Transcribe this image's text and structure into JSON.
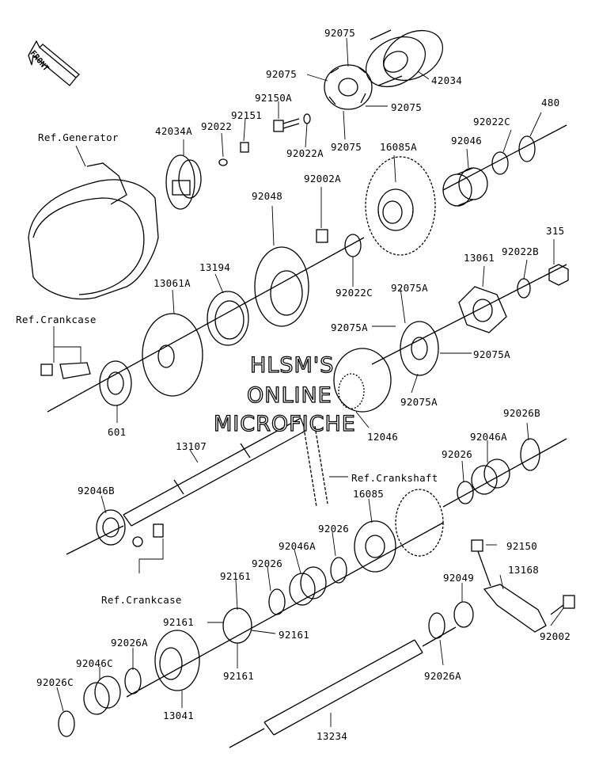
{
  "diagram": {
    "orientation_label": "FRONT",
    "watermark": [
      "HLSM'S",
      "ONLINE",
      "MICROFICHE"
    ],
    "parts": [
      {
        "id": "p_92075a",
        "label": "92075"
      },
      {
        "id": "p_92075b",
        "label": "92075"
      },
      {
        "id": "p_42034",
        "label": "42034"
      },
      {
        "id": "p_92150A",
        "label": "92150A"
      },
      {
        "id": "p_92075c",
        "label": "92075"
      },
      {
        "id": "p_92151",
        "label": "92151"
      },
      {
        "id": "p_92075d",
        "label": "92075"
      },
      {
        "id": "p_92022A",
        "label": "92022A"
      },
      {
        "id": "p_42034A",
        "label": "42034A"
      },
      {
        "id": "p_92022",
        "label": "92022"
      },
      {
        "id": "p_480",
        "label": "480"
      },
      {
        "id": "p_92022C_top",
        "label": "92022C"
      },
      {
        "id": "p_refgen",
        "label": "Ref.Generator"
      },
      {
        "id": "p_16085A",
        "label": "16085A"
      },
      {
        "id": "p_92046",
        "label": "92046"
      },
      {
        "id": "p_92002A",
        "label": "92002A"
      },
      {
        "id": "p_92048",
        "label": "92048"
      },
      {
        "id": "p_315",
        "label": "315"
      },
      {
        "id": "p_13061",
        "label": "13061"
      },
      {
        "id": "p_92022B",
        "label": "92022B"
      },
      {
        "id": "p_13194",
        "label": "13194"
      },
      {
        "id": "p_13061A",
        "label": "13061A"
      },
      {
        "id": "p_92022C_mid",
        "label": "92022C"
      },
      {
        "id": "p_92075A_a",
        "label": "92075A"
      },
      {
        "id": "p_refcrank1",
        "label": "Ref.Crankcase"
      },
      {
        "id": "p_92075A_b",
        "label": "92075A"
      },
      {
        "id": "p_92075A_c",
        "label": "92075A"
      },
      {
        "id": "p_92075A_d",
        "label": "92075A"
      },
      {
        "id": "p_92026B",
        "label": "92026B"
      },
      {
        "id": "p_601",
        "label": "601"
      },
      {
        "id": "p_12046",
        "label": "12046"
      },
      {
        "id": "p_92046A_top",
        "label": "92046A"
      },
      {
        "id": "p_13107",
        "label": "13107"
      },
      {
        "id": "p_92026_top",
        "label": "92026"
      },
      {
        "id": "p_refcrankshaft",
        "label": "Ref.Crankshaft"
      },
      {
        "id": "p_92046B",
        "label": "92046B"
      },
      {
        "id": "p_16085",
        "label": "16085"
      },
      {
        "id": "p_92026_mid",
        "label": "92026"
      },
      {
        "id": "p_92150",
        "label": "92150"
      },
      {
        "id": "p_92046A_mid",
        "label": "92046A"
      },
      {
        "id": "p_92026_low",
        "label": "92026"
      },
      {
        "id": "p_13168",
        "label": "13168"
      },
      {
        "id": "p_92161a",
        "label": "92161"
      },
      {
        "id": "p_92049",
        "label": "92049"
      },
      {
        "id": "p_refcrank2",
        "label": "Ref.Crankcase"
      },
      {
        "id": "p_92161b",
        "label": "92161"
      },
      {
        "id": "p_92161c",
        "label": "92161"
      },
      {
        "id": "p_92002",
        "label": "92002"
      },
      {
        "id": "p_92026A_left",
        "label": "92026A"
      },
      {
        "id": "p_92046C",
        "label": "92046C"
      },
      {
        "id": "p_92161d",
        "label": "92161"
      },
      {
        "id": "p_92026A_right",
        "label": "92026A"
      },
      {
        "id": "p_92026C",
        "label": "92026C"
      },
      {
        "id": "p_13041",
        "label": "13041"
      },
      {
        "id": "p_13234",
        "label": "13234"
      }
    ]
  }
}
